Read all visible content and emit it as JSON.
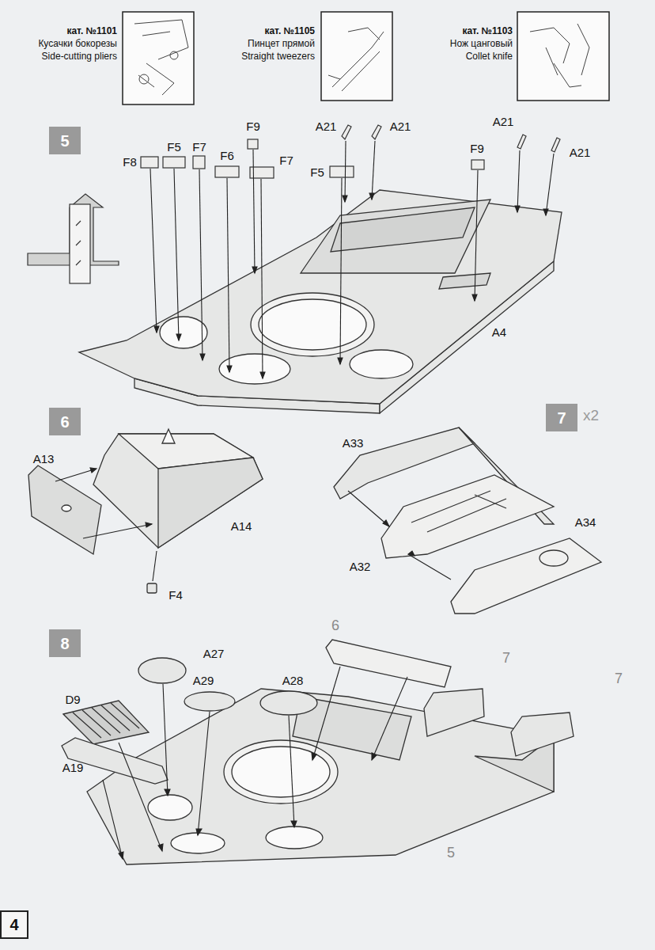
{
  "diagram": {
    "nodes": [
      {
        "text": [
          "5"
        ]
      },
      {
        "text": [
          "6"
        ]
      },
      {
        "text": [
          "7"
        ]
      },
      {
        "text": [
          "8"
        ]
      },
      {
        "text": [
          "4"
        ]
      }
    ],
    "labels": [
      "кат. №1101",
      "Кусачки бокорезы",
      "Side-cutting pliers",
      "кат. №1105",
      "Пинцет прямой",
      "Straight tweezers",
      "кат. №1103",
      "Нож цанговый",
      "Collet knife",
      "F9",
      "F8",
      "F5",
      "F7",
      "F6",
      "F7",
      "A21",
      "A21",
      "F5",
      "F9",
      "A21",
      "A21",
      "A4",
      "A13",
      "A14",
      "F4",
      "A33",
      "A32",
      "A34",
      "x2",
      "A27",
      "A29",
      "A28",
      "D9",
      "A19",
      "6",
      "7",
      "7",
      "5"
    ]
  }
}
